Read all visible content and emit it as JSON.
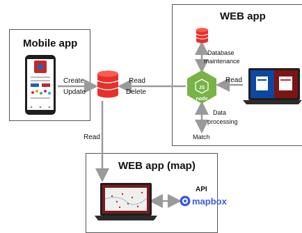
{
  "boxes": {
    "mobile": {
      "title": "Mobile app"
    },
    "web": {
      "title": "WEB app"
    },
    "web_map": {
      "title": "WEB app (map)"
    }
  },
  "edges": {
    "create": "Create",
    "update": "Update",
    "read_delete_read": "Read",
    "read_delete_delete": "Delete",
    "db_maint_line1": "Database",
    "db_maint_line2": "maintenance",
    "read_right": "Read",
    "data_proc_line1": "Data",
    "data_proc_line2": "processing",
    "match": "Match",
    "read_down": "Read",
    "api": "API"
  },
  "logos": {
    "mapbox": "mapbox"
  },
  "colors": {
    "database": "#e8302a",
    "nodejs": "#79b347",
    "arrow": "#9a9a9a",
    "mapbox": "#3b5bdb"
  },
  "icons": [
    "database-icon",
    "nodejs-icon",
    "phone-icon",
    "laptop-icon",
    "mapbox-icon"
  ]
}
